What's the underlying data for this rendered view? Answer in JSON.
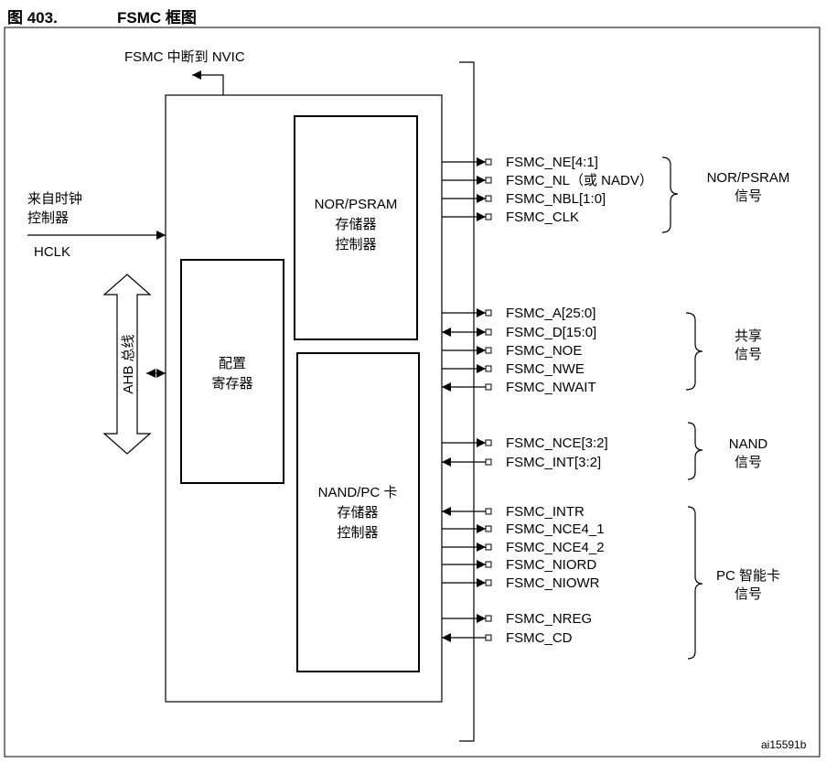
{
  "figure": {
    "number": "图 403.",
    "title": "FSMC 框图"
  },
  "interrupt_label": "FSMC 中断到 NVIC",
  "clock_source": {
    "line1": "来自时钟",
    "line2": "控制器",
    "signal": "HCLK"
  },
  "ahb_bus_label": "AHB 总线",
  "config_register": {
    "line1": "配置",
    "line2": "寄存器"
  },
  "nor_controller": {
    "line1": "NOR/PSRAM",
    "line2": "存储器",
    "line3": "控制器"
  },
  "nand_controller": {
    "line1": "NAND/PC 卡",
    "line2": "存储器",
    "line3": "控制器"
  },
  "signals": [
    {
      "name": "FSMC_NE[4:1]",
      "dir": "out"
    },
    {
      "name": "FSMC_NL（或 NADV）",
      "dir": "out"
    },
    {
      "name": "FSMC_NBL[1:0]",
      "dir": "out"
    },
    {
      "name": "FSMC_CLK",
      "dir": "out"
    },
    {
      "name": "FSMC_A[25:0]",
      "dir": "out"
    },
    {
      "name": "FSMC_D[15:0]",
      "dir": "bi"
    },
    {
      "name": "FSMC_NOE",
      "dir": "out"
    },
    {
      "name": "FSMC_NWE",
      "dir": "out"
    },
    {
      "name": "FSMC_NWAIT",
      "dir": "in"
    },
    {
      "name": "FSMC_NCE[3:2]",
      "dir": "out"
    },
    {
      "name": "FSMC_INT[3:2]",
      "dir": "in"
    },
    {
      "name": "FSMC_INTR",
      "dir": "in"
    },
    {
      "name": "FSMC_NCE4_1",
      "dir": "out"
    },
    {
      "name": "FSMC_NCE4_2",
      "dir": "out"
    },
    {
      "name": "FSMC_NIORD",
      "dir": "out"
    },
    {
      "name": "FSMC_NIOWR",
      "dir": "out"
    },
    {
      "name": "FSMC_NREG",
      "dir": "out"
    },
    {
      "name": "FSMC_CD",
      "dir": "in"
    }
  ],
  "groups": [
    {
      "line1": "NOR/PSRAM",
      "line2": "信号"
    },
    {
      "line1": "共享",
      "line2": "信号"
    },
    {
      "line1": "NAND",
      "line2": "信号"
    },
    {
      "line1": "PC 智能卡",
      "line2": "信号"
    }
  ],
  "footnote": "ai15591b"
}
